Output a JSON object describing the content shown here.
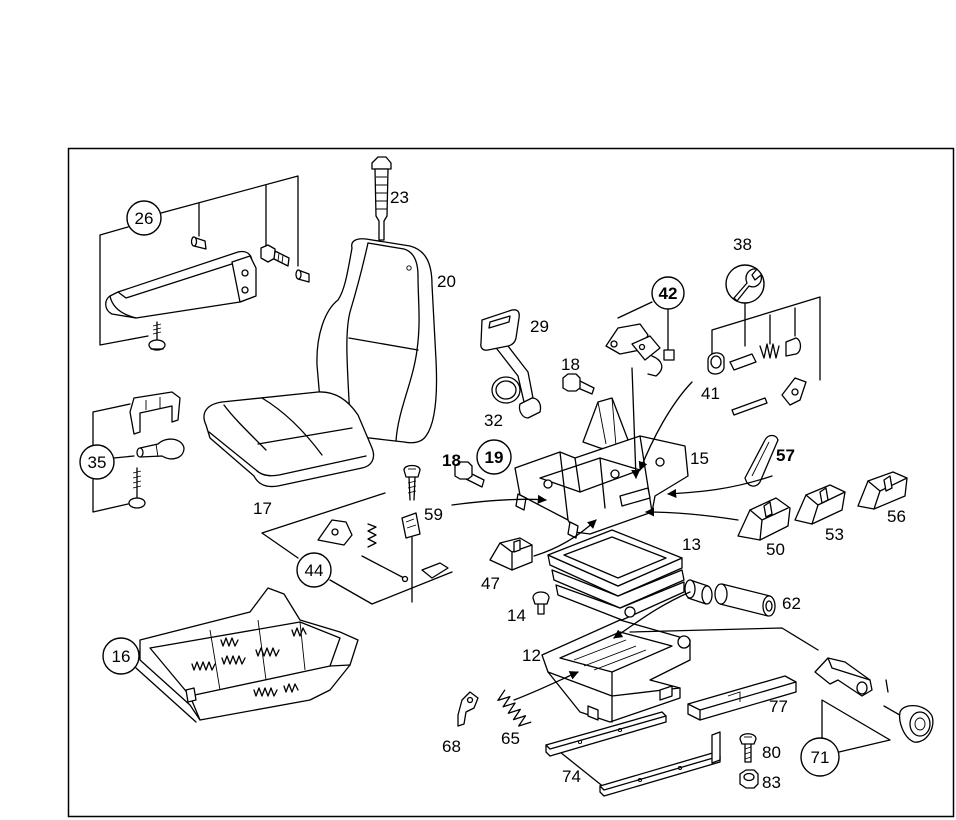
{
  "icons": {
    "wrench": "wrench-icon"
  },
  "callouts": {
    "c12": {
      "number": "12",
      "circled": false,
      "bold": false
    },
    "c13": {
      "number": "13",
      "circled": false,
      "bold": false
    },
    "c14": {
      "number": "14",
      "circled": false,
      "bold": false
    },
    "c15": {
      "number": "15",
      "circled": false,
      "bold": false
    },
    "c16": {
      "number": "16",
      "circled": true,
      "bold": false
    },
    "c17": {
      "number": "17",
      "circled": false,
      "bold": false
    },
    "c18a": {
      "number": "18",
      "circled": false,
      "bold": false
    },
    "c18b": {
      "number": "18",
      "circled": false,
      "bold": true
    },
    "c19": {
      "number": "19",
      "circled": true,
      "bold": true
    },
    "c20": {
      "number": "20",
      "circled": false,
      "bold": false
    },
    "c23": {
      "number": "23",
      "circled": false,
      "bold": false
    },
    "c26": {
      "number": "26",
      "circled": true,
      "bold": false
    },
    "c29": {
      "number": "29",
      "circled": false,
      "bold": false
    },
    "c32": {
      "number": "32",
      "circled": false,
      "bold": false
    },
    "c35": {
      "number": "35",
      "circled": true,
      "bold": false
    },
    "c38": {
      "number": "38",
      "circled": false,
      "bold": false
    },
    "c41": {
      "number": "41",
      "circled": false,
      "bold": false
    },
    "c42": {
      "number": "42",
      "circled": true,
      "bold": true
    },
    "c44": {
      "number": "44",
      "circled": true,
      "bold": false
    },
    "c47": {
      "number": "47",
      "circled": false,
      "bold": false
    },
    "c50": {
      "number": "50",
      "circled": false,
      "bold": false
    },
    "c53": {
      "number": "53",
      "circled": false,
      "bold": false
    },
    "c56": {
      "number": "56",
      "circled": false,
      "bold": false
    },
    "c57": {
      "number": "57",
      "circled": false,
      "bold": true
    },
    "c59": {
      "number": "59",
      "circled": false,
      "bold": false
    },
    "c62": {
      "number": "62",
      "circled": false,
      "bold": false
    },
    "c65": {
      "number": "65",
      "circled": false,
      "bold": false
    },
    "c68": {
      "number": "68",
      "circled": false,
      "bold": false
    },
    "c71": {
      "number": "71",
      "circled": true,
      "bold": false
    },
    "c74": {
      "number": "74",
      "circled": false,
      "bold": false
    },
    "c77": {
      "number": "77",
      "circled": false,
      "bold": false
    },
    "c80": {
      "number": "80",
      "circled": false,
      "bold": false
    },
    "c83": {
      "number": "83",
      "circled": false,
      "bold": false
    }
  }
}
